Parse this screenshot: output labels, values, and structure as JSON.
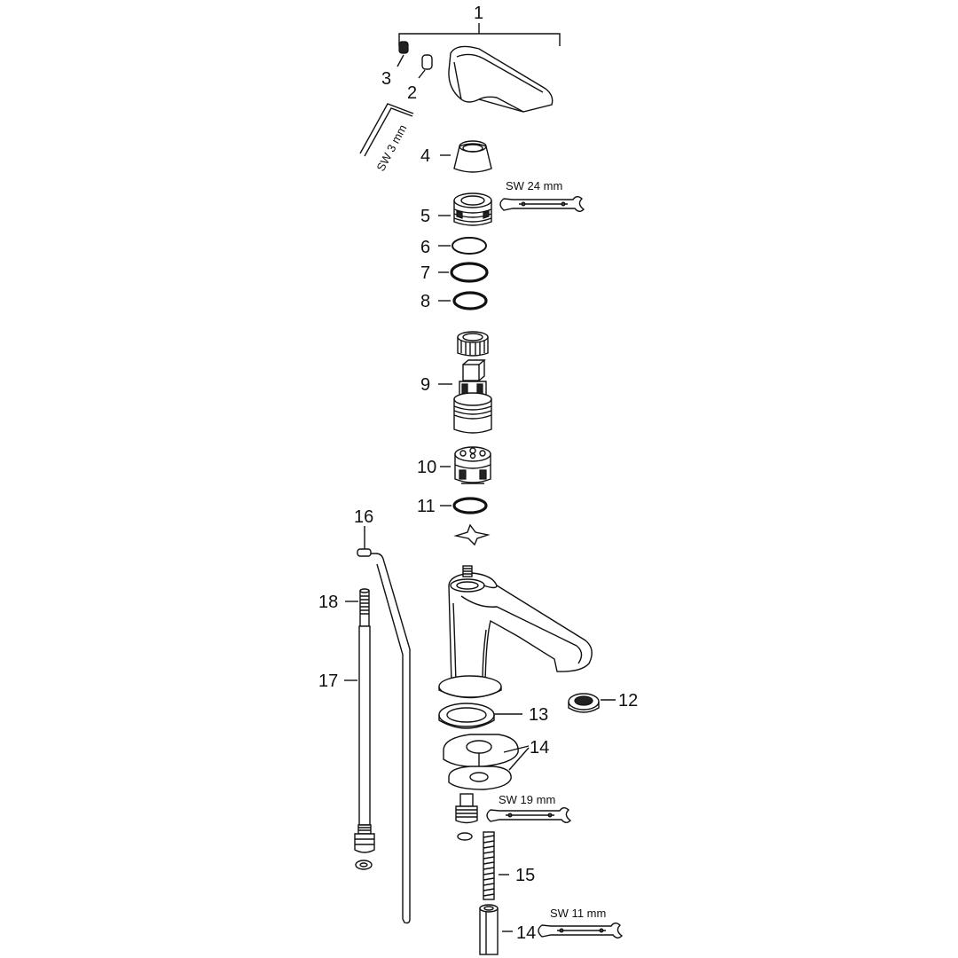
{
  "labels": {
    "l1": "1",
    "l2": "2",
    "l3": "3",
    "l4": "4",
    "l5": "5",
    "l6": "6",
    "l7": "7",
    "l8": "8",
    "l9": "9",
    "l10": "10",
    "l11": "11",
    "l12": "12",
    "l13": "13",
    "l14a": "14",
    "l14b": "14",
    "l15": "15",
    "l16": "16",
    "l17": "17",
    "l18": "18"
  },
  "tools": {
    "hex_key": "SW 3 mm",
    "wrench_24": "SW 24 mm",
    "wrench_19": "SW 19 mm",
    "wrench_11": "SW 11 mm"
  }
}
